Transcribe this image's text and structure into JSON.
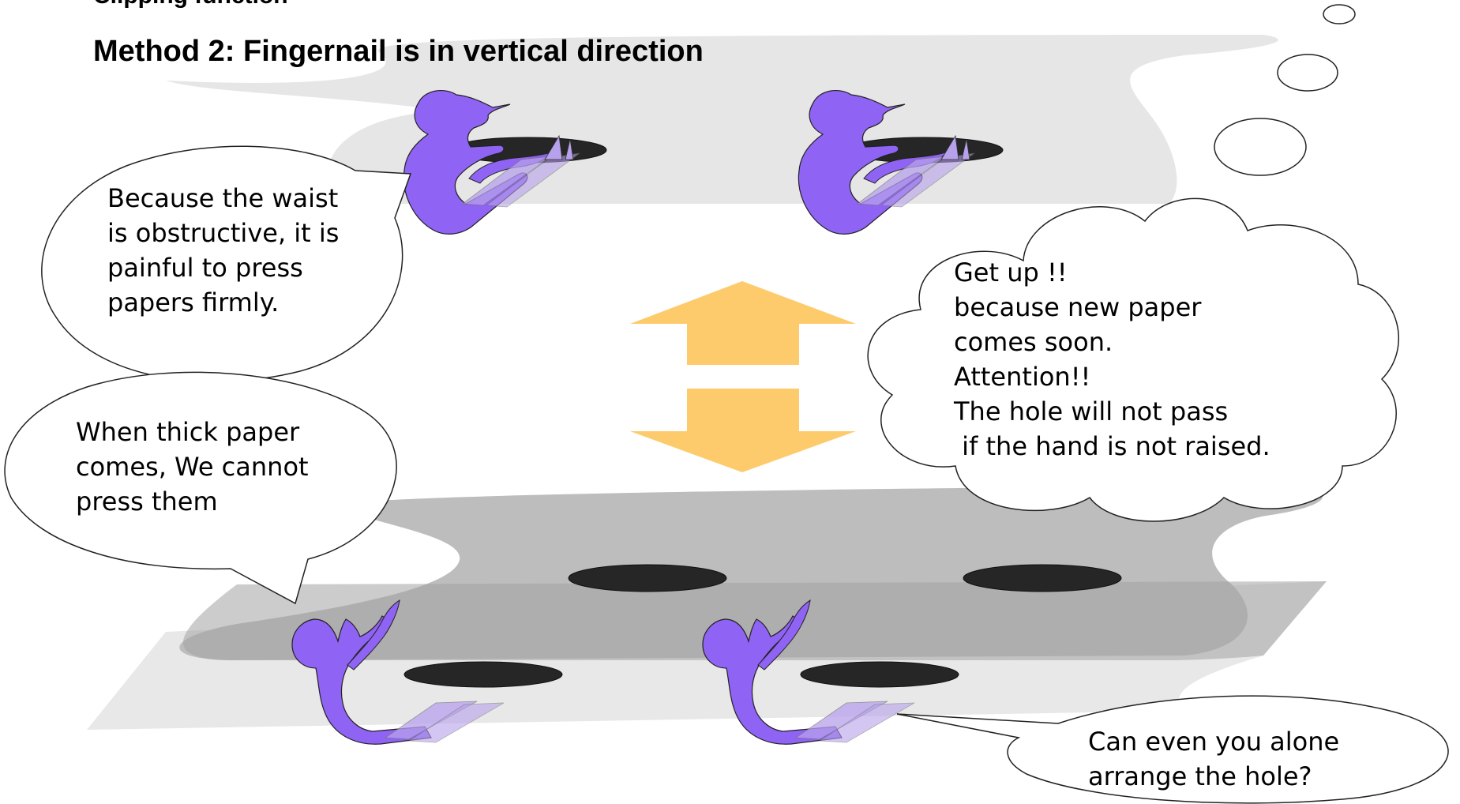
{
  "header": {
    "cut_title": "Clipping function",
    "method_title": "Method 2: Fingernail  is in vertical direction"
  },
  "bubbles": {
    "top_left": [
      "Because the waist",
      "is obstructive, it is",
      "painful to press",
      "papers firmly."
    ],
    "mid_left": [
      "When thick paper",
      "comes, We cannot",
      "press them"
    ],
    "thought": [
      "Get up !!",
      "because new paper",
      "comes soon.",
      "Attention!!",
      "The hole will not pass",
      " if the hand is not raised."
    ],
    "bottom_right": [
      "Can even you alone",
      "arrange the hole?"
    ]
  },
  "colors": {
    "figure": "#8f63f4",
    "figure_arm": "#b7a1ec",
    "hole": "#262626",
    "arrow": "#fdcb6b",
    "paper_light": "#e6e6e6",
    "paper_dark": "#bdbdbd",
    "paper_mid": "#a3a3a3"
  }
}
